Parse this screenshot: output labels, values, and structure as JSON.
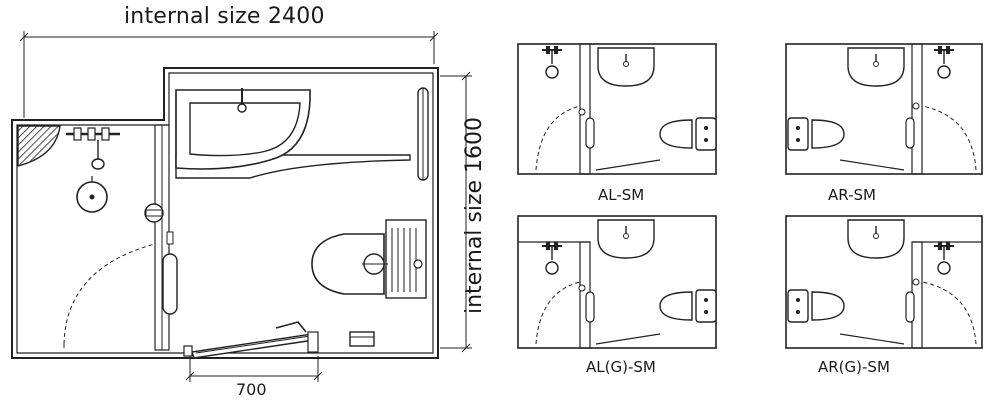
{
  "main_plan": {
    "width_label": "internal size 2400",
    "height_label": "internal size 1600",
    "door_width_label": "700"
  },
  "variants": [
    {
      "label": "AL-SM"
    },
    {
      "label": "AR-SM"
    },
    {
      "label": "AL(G)-SM"
    },
    {
      "label": "AR(G)-SM"
    }
  ]
}
